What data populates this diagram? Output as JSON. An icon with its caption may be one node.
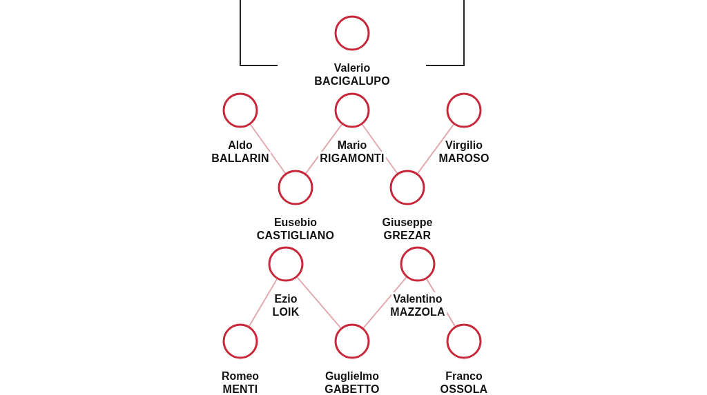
{
  "diagram": {
    "nodes": [
      {
        "text": [
          "Valerio",
          "BACIGALUPO"
        ]
      },
      {
        "text": [
          "Aldo",
          "BALLARIN"
        ]
      },
      {
        "text": [
          "Mario",
          "RIGAMONTI"
        ]
      },
      {
        "text": [
          "Virgilio",
          "MAROSO"
        ]
      },
      {
        "text": [
          "Eusebio",
          "CASTIGLIANO"
        ]
      },
      {
        "text": [
          "Giuseppe",
          "GREZAR"
        ]
      },
      {
        "text": [
          "Ezio",
          "LOIK"
        ]
      },
      {
        "text": [
          "Valentino",
          "MAZZOLA"
        ]
      },
      {
        "text": [
          "Romeo",
          "MENTI"
        ]
      },
      {
        "text": [
          "Guglielmo",
          "GABETTO"
        ]
      },
      {
        "text": [
          "Franco",
          "OSSOLA"
        ]
      }
    ],
    "edges": [
      {
        "from": 1,
        "to": 4,
        "arrow": "none"
      },
      {
        "from": 4,
        "to": 2,
        "arrow": "none"
      },
      {
        "from": 2,
        "to": 5,
        "arrow": "none"
      },
      {
        "from": 5,
        "to": 3,
        "arrow": "none"
      },
      {
        "from": 6,
        "to": 8,
        "arrow": "none"
      },
      {
        "from": 6,
        "to": 9,
        "arrow": "none"
      },
      {
        "from": 9,
        "to": 7,
        "arrow": "none"
      },
      {
        "from": 7,
        "to": 10,
        "arrow": "none"
      }
    ]
  }
}
